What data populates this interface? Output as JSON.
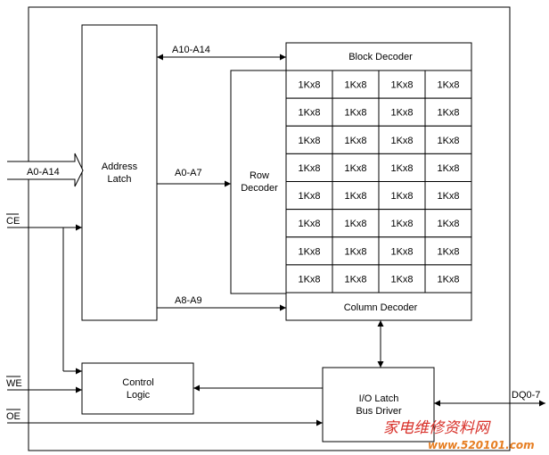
{
  "blocks": {
    "address_latch": [
      "Address",
      "Latch"
    ],
    "row_decoder": [
      "Row",
      "Decoder"
    ],
    "block_decoder": "Block Decoder",
    "column_decoder": "Column Decoder",
    "control_logic": [
      "Control",
      "Logic"
    ],
    "io_latch": [
      "I/O Latch",
      "Bus Driver"
    ]
  },
  "memory_array": {
    "rows": 8,
    "cols": 4,
    "cell_label": "1Kx8"
  },
  "signals": {
    "address_in": "A0-A14",
    "a10_a14": "A10-A14",
    "a0_a7": "A0-A7",
    "a8_a9": "A8-A9",
    "ce": "CE",
    "we": "WE",
    "oe": "OE",
    "dq": "DQ0-7"
  },
  "watermark": {
    "text": "家电维修资料网",
    "url": "www.520101.com"
  }
}
